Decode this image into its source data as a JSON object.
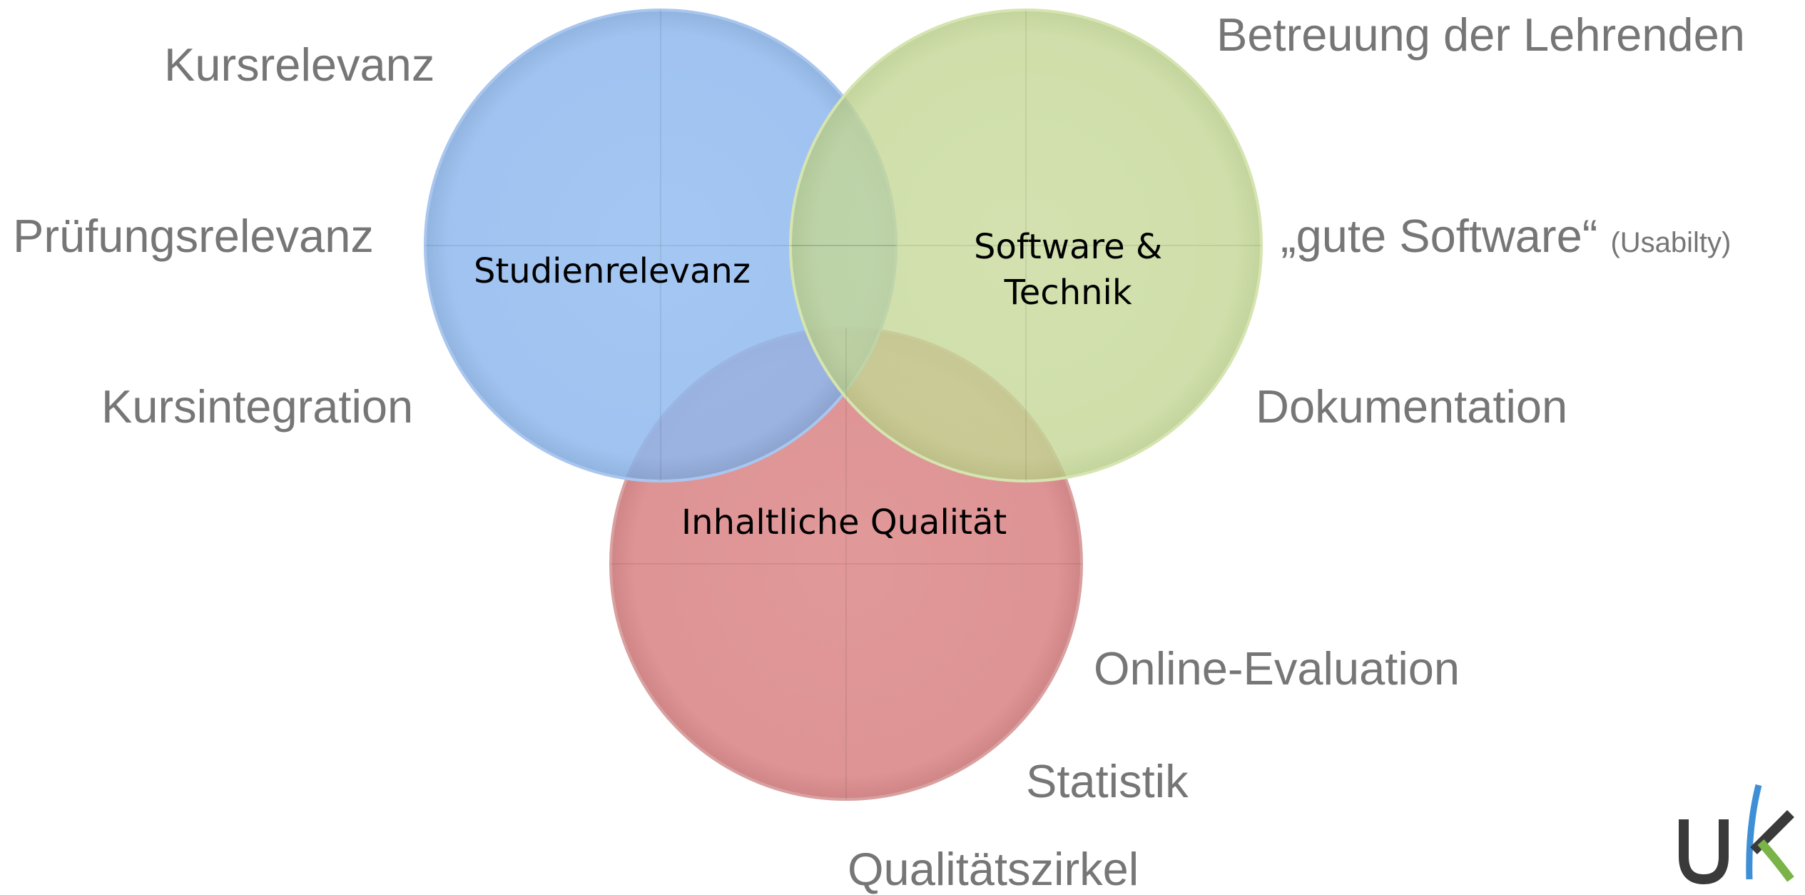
{
  "colors": {
    "blue": "#8fb8ee",
    "green": "#c5d897",
    "red": "#dc8d8d",
    "side_text": "#767676",
    "circle_text": "#000000",
    "logo_dark": "#3a3a3a",
    "logo_blue": "#3f8fd6",
    "logo_green": "#7ab347"
  },
  "circles": {
    "studienrelevanz": {
      "label": "Studienrelevanz",
      "color": "blue"
    },
    "software": {
      "label_line1": "Software &",
      "label_line2": "Technik",
      "color": "green"
    },
    "qualitaet": {
      "label": "Inhaltliche Qualität",
      "color": "red"
    }
  },
  "labels": {
    "kursrelevanz": "Kursrelevanz",
    "pruefungsrelevanz": "Prüfungsrelevanz",
    "kursintegration": "Kursintegration",
    "betreuung": "Betreuung der Lehrenden",
    "gute_software": "„gute Software“",
    "usability": "(Usabilty)",
    "dokumentation": "Dokumentation",
    "online_evaluation": "Online-Evaluation",
    "statistik": "Statistik",
    "qualitaetszirkel": "Qualitätszirkel"
  },
  "logo": {
    "text": "UK",
    "icon": "uk-university-logo"
  }
}
